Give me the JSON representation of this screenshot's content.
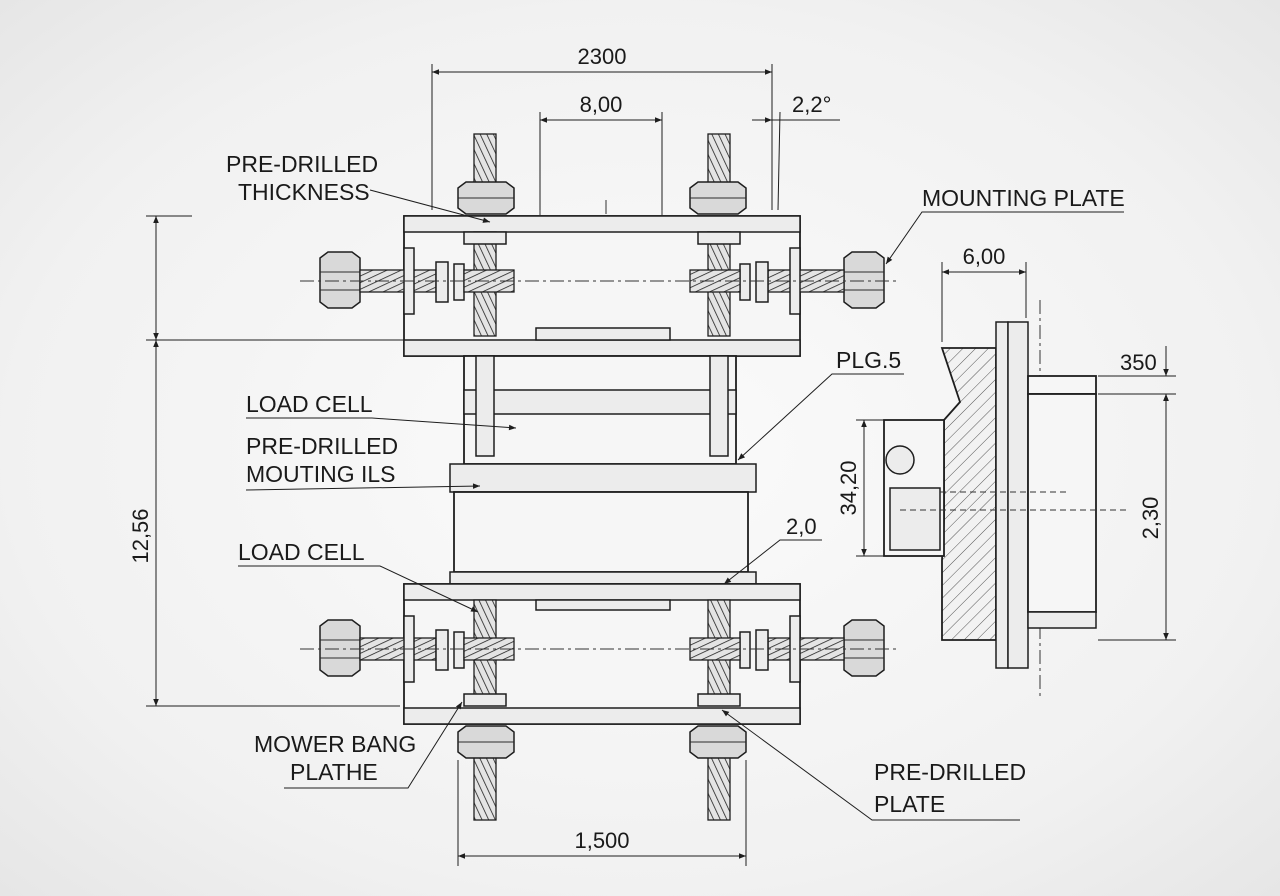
{
  "labels": {
    "pre_drilled_thickness_1": "PRE-DRILLED",
    "pre_drilled_thickness_2": "THICKNESS",
    "mounting_plate": "MOUNTING PLATE",
    "plg": "PLG.5",
    "load_cell_top": "LOAD CELL",
    "pre_drilled_mouting_1": "PRE-DRILLED",
    "pre_drilled_mouting_2": "MOUTING ILS",
    "load_cell_bottom": "LOAD CELL",
    "mower_bang_1": "MOWER BANG",
    "mower_bang_2": "PLATHE",
    "pre_drilled_plate_1": "PRE-DRILLED",
    "pre_drilled_plate_2": "PLATE"
  },
  "dimensions": {
    "overall_width": "2300",
    "inner_width": "8,00",
    "angle": "2,2°",
    "side_width": "6,00",
    "side_top": "350",
    "side_height": "2,30",
    "side_inner": "34,20",
    "total_height": "12,56",
    "gap": "2,0",
    "bottom_width": "1,500"
  },
  "colors": {
    "line": "#1e1e1e",
    "background": "#f3f3f3"
  }
}
